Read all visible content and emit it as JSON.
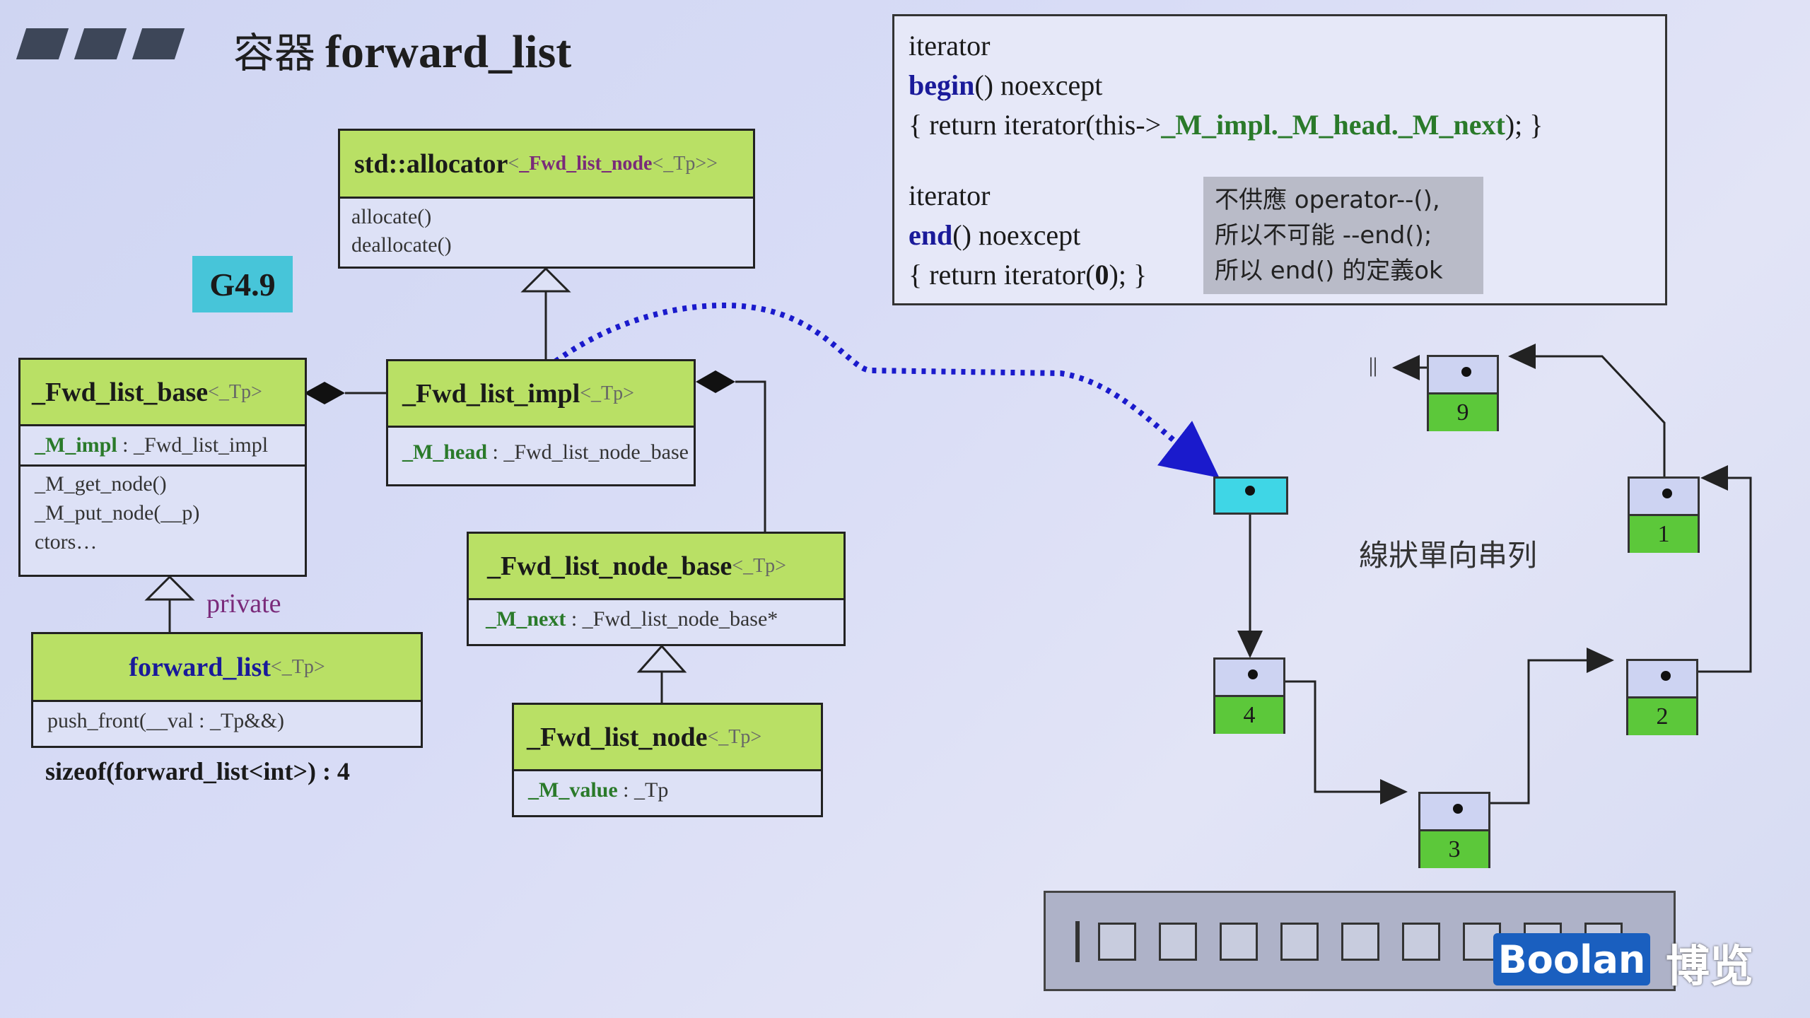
{
  "title": {
    "cjk": "容器",
    "name": "forward_list"
  },
  "version_badge": "G4.9",
  "allocator": {
    "name": "std::allocator",
    "tparam_open": "<",
    "tparam_inner": "_Fwd_list_node",
    "tparam_rest": "<_Tp>>",
    "methods": [
      "allocate()",
      "deallocate()"
    ]
  },
  "list_base": {
    "name": "_Fwd_list_base",
    "tparam": "<_Tp>",
    "field_name": "_M_impl",
    "field_type": " : _Fwd_list_impl",
    "methods": [
      "_M_get_node()",
      "_M_put_node(__p)",
      "ctors…"
    ]
  },
  "list_impl": {
    "name": "_Fwd_list_impl",
    "tparam": "<_Tp>",
    "field_name": "_M_head",
    "field_type": " : _Fwd_list_node_base"
  },
  "node_base": {
    "name": "_Fwd_list_node_base",
    "tparam": "<_Tp>",
    "field_name": "_M_next",
    "field_type": " : _Fwd_list_node_base*"
  },
  "list_node": {
    "name": "_Fwd_list_node",
    "tparam": "<_Tp>",
    "field_name": "_M_value",
    "field_type": " : _Tp"
  },
  "forward_list": {
    "name": "forward_list",
    "tparam": "<_Tp>",
    "method": "push_front(__val : _Tp&&)"
  },
  "private_label": "private",
  "sizeof_text": "sizeof(forward_list<int>) : 4",
  "code": {
    "iter1": "iterator",
    "begin_kw": "begin",
    "begin_rest": "() noexcept",
    "begin_body_open": "{ return iterator(this->",
    "begin_body_field": "_M_impl._M_head._M_next",
    "begin_body_close": "); }",
    "iter2": "iterator",
    "end_kw": "end",
    "end_rest": "() noexcept",
    "end_body_open": "{ return iterator(",
    "end_body_zero": "0",
    "end_body_close": "); }"
  },
  "note": [
    "不供應 operator--(),",
    "所以不可能 --end();",
    "所以 end() 的定義ok"
  ],
  "diagram_label": "線狀單向串列",
  "null_mark": "||",
  "nodes": {
    "n4": "4",
    "n3": "3",
    "n2": "2",
    "n1": "1",
    "n9": "9"
  },
  "logo": {
    "boolan": "Boolan",
    "cjk": "博览"
  },
  "colors": {
    "header_green": "#b9e065",
    "badge_cyan": "#47c5d9",
    "node_green": "#5cc83a",
    "pointer_blue": "#1a1acc"
  }
}
